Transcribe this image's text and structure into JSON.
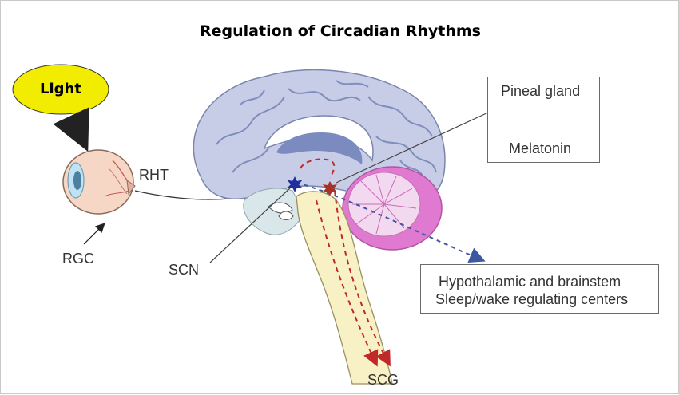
{
  "title": "Regulation of Circadian Rhythms",
  "nodes": {
    "light": "Light",
    "rht": "RHT",
    "rgc": "RGC",
    "scn": "SCN",
    "scg": "SCG",
    "pineal": "Pineal gland",
    "melatonin": "Melatonin",
    "hypothalamic_line1": "Hypothalamic and brainstem",
    "hypothalamic_line2": "Sleep/wake regulating centers"
  },
  "colors": {
    "light_fill": "#f2ec00",
    "cortex": "#c7cde6",
    "sulci": "#7f8ebd",
    "brainstem": "#f8f1c6",
    "cerebellum_outer": "#e07ad0",
    "cerebellum_inner": "#f3d9ef",
    "red_path": "#c0282a",
    "blue_path": "#3e57a0",
    "scn_marker": "#20309c"
  }
}
